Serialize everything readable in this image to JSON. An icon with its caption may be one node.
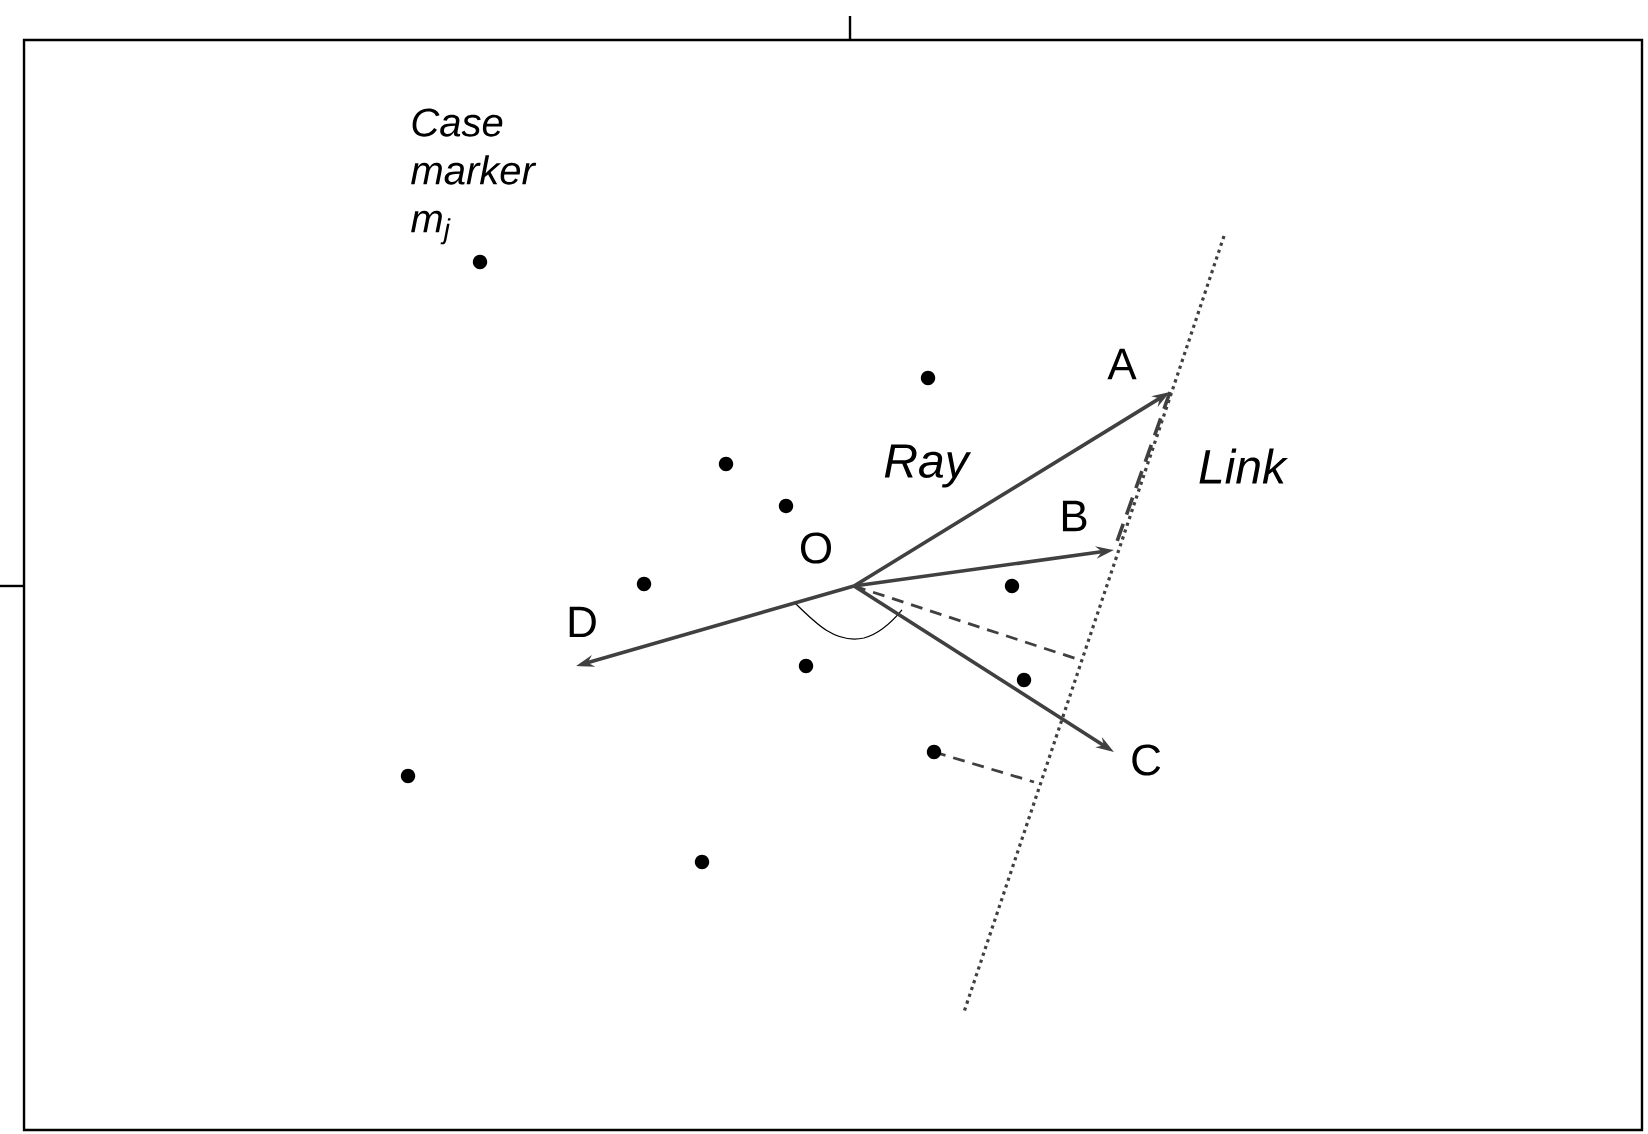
{
  "diagram": {
    "nodes": [
      {
        "text": [
          "O"
        ]
      },
      {
        "text": [
          "A"
        ]
      },
      {
        "text": [
          "B"
        ]
      },
      {
        "text": [
          "C"
        ]
      },
      {
        "text": [
          "D"
        ]
      }
    ],
    "edges": [
      {
        "from": 0,
        "to": 1,
        "arrow": "to",
        "label": "Ray"
      },
      {
        "from": 0,
        "to": 2,
        "arrow": "to"
      },
      {
        "from": 0,
        "to": 3,
        "arrow": "to"
      },
      {
        "from": 0,
        "to": 4,
        "arrow": "to"
      },
      {
        "from": 1,
        "to": 2,
        "arrow": "none",
        "style": "dashed",
        "label": "Link"
      }
    ],
    "labels": [
      "Case marker *m*$_{j}$"
    ]
  }
}
